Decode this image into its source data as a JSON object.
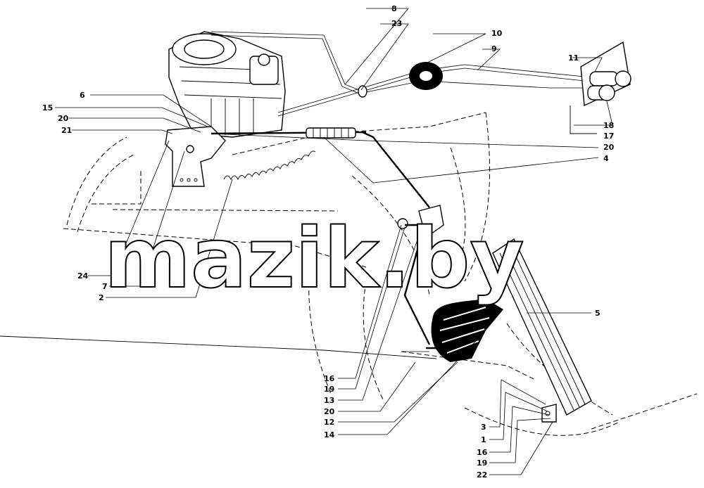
{
  "watermark": "mazik.by",
  "labels": [
    {
      "id": "l8",
      "text": "8"
    },
    {
      "id": "l23",
      "text": "23"
    },
    {
      "id": "l10",
      "text": "10"
    },
    {
      "id": "l9",
      "text": "9"
    },
    {
      "id": "l11",
      "text": "11"
    },
    {
      "id": "l6",
      "text": "6"
    },
    {
      "id": "l15",
      "text": "15"
    },
    {
      "id": "l20a",
      "text": "20"
    },
    {
      "id": "l21",
      "text": "21"
    },
    {
      "id": "l18",
      "text": "18"
    },
    {
      "id": "l17",
      "text": "17"
    },
    {
      "id": "l20b",
      "text": "20"
    },
    {
      "id": "l4",
      "text": "4"
    },
    {
      "id": "l5",
      "text": "5"
    },
    {
      "id": "l24",
      "text": "24"
    },
    {
      "id": "l7",
      "text": "7"
    },
    {
      "id": "l2",
      "text": "2"
    },
    {
      "id": "l16a",
      "text": "16"
    },
    {
      "id": "l19a",
      "text": "19"
    },
    {
      "id": "l13",
      "text": "13"
    },
    {
      "id": "l20c",
      "text": "20"
    },
    {
      "id": "l12",
      "text": "12"
    },
    {
      "id": "l14",
      "text": "14"
    },
    {
      "id": "l3",
      "text": "3"
    },
    {
      "id": "l1",
      "text": "1"
    },
    {
      "id": "l16b",
      "text": "16"
    },
    {
      "id": "l19b",
      "text": "19"
    },
    {
      "id": "l22",
      "text": "22"
    }
  ]
}
